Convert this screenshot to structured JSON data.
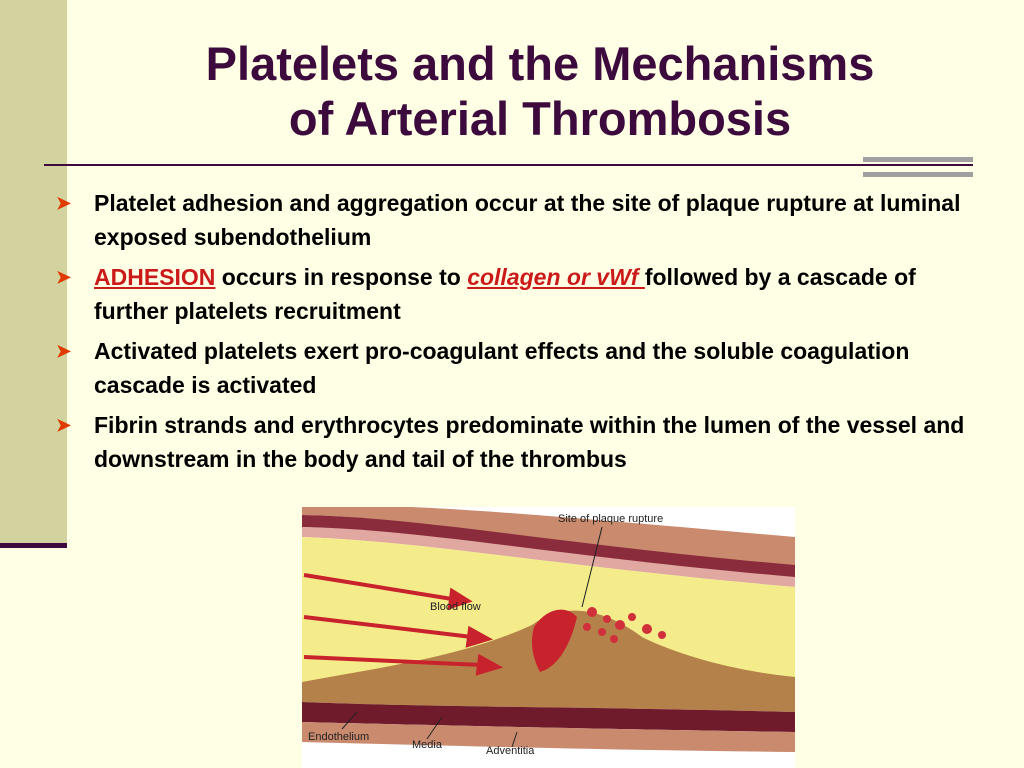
{
  "title_line1": "Platelets and the Mechanisms",
  "title_line2": "of Arterial Thrombosis",
  "bullets": [
    {
      "text": "Platelet adhesion and aggregation occur at the site of plaque rupture at luminal exposed subendothelium"
    },
    {
      "pre": "ADHESION",
      "mid": " occurs in response to ",
      "highlight": "collagen or vWf ",
      "post": "followed by a cascade of further platelets recruitment"
    },
    {
      "text": "Activated platelets exert pro-coagulant effects and the soluble coagulation cascade is activated"
    },
    {
      "text": "Fibrin strands and erythrocytes predominate within the lumen of the vessel and downstream in the body and tail of the thrombus"
    }
  ],
  "figure": {
    "labels": {
      "site": "Site of plaque rupture",
      "blood_flow": "Blood flow",
      "endothelium": "Endothelium",
      "media": "Media",
      "adventitia": "Adventitia"
    }
  },
  "colors": {
    "background": "#FFFFE5",
    "accent_bar": "#D3D3A0",
    "title": "#3C0A3C",
    "bullet_arrow": "#E03A00",
    "highlight_red": "#CC1A1A"
  }
}
